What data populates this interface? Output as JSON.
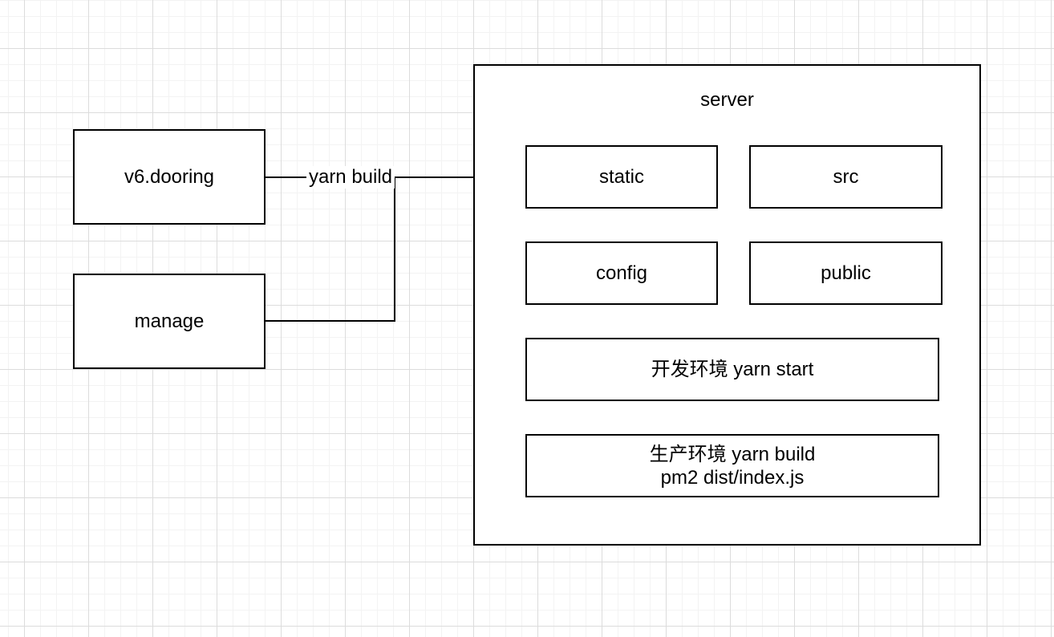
{
  "nodes": {
    "v6_dooring": {
      "label": "v6.dooring"
    },
    "manage": {
      "label": "manage"
    },
    "server": {
      "title": "server"
    },
    "static": {
      "label": "static"
    },
    "src": {
      "label": "src"
    },
    "config": {
      "label": "config"
    },
    "public": {
      "label": "public"
    },
    "dev_env": {
      "label": "开发环境 yarn start"
    },
    "prod_env": {
      "label_line1": "生产环境 yarn build",
      "label_line2": "pm2 dist/index.js"
    }
  },
  "edges": {
    "yarn_build": {
      "label": "yarn build"
    }
  },
  "colors": {
    "stroke": "#000000",
    "node_fill": "#ffffff",
    "canvas_bg": "#ffffff",
    "grid_minor": "#f3f3f3",
    "grid_major": "#dcdcdc",
    "text": "#000000"
  }
}
